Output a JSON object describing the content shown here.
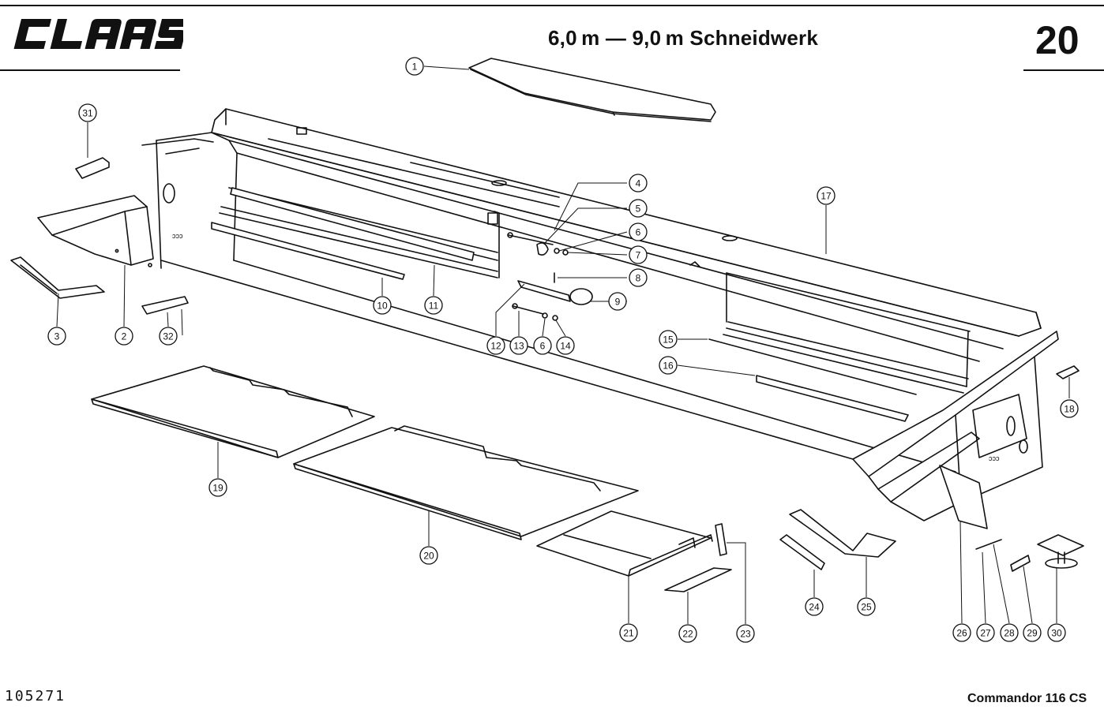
{
  "header": {
    "brand": "CLAAS",
    "title": "6,0 m — 9,0 m Schneidwerk",
    "page_number": "20"
  },
  "footer": {
    "drawing_number": "105271",
    "model": "Commandor 116 CS"
  },
  "callouts": [
    "1",
    "2",
    "3",
    "4",
    "5",
    "6",
    "7",
    "8",
    "9",
    "10",
    "11",
    "12",
    "13",
    "6",
    "14",
    "15",
    "16",
    "17",
    "18",
    "19",
    "20",
    "21",
    "22",
    "23",
    "24",
    "25",
    "26",
    "27",
    "28",
    "29",
    "30",
    "31",
    "32"
  ]
}
